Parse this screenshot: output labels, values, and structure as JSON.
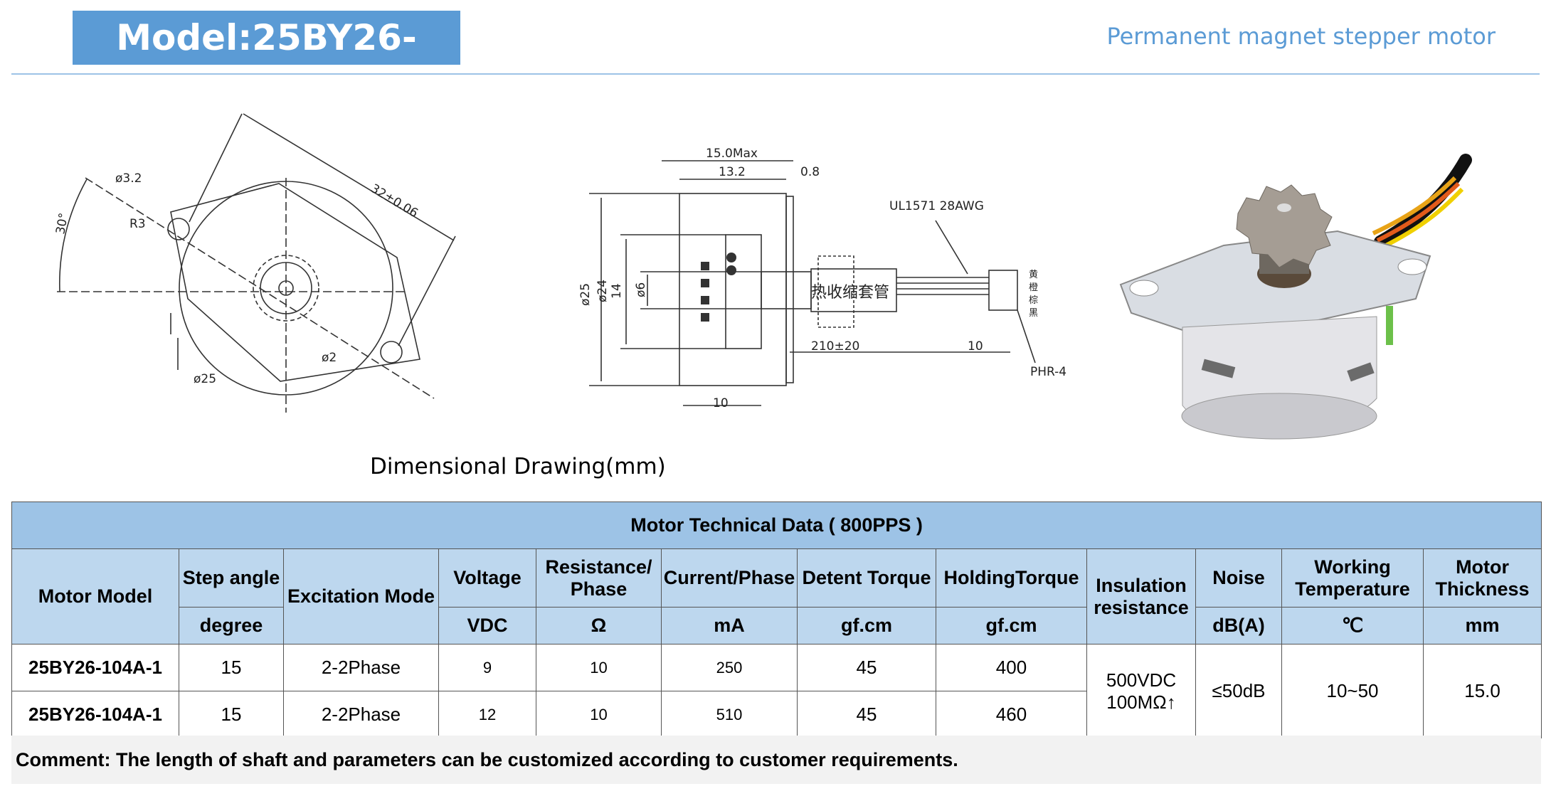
{
  "header": {
    "model_title": "Model:25BY26-104A",
    "subtitle": "Permanent magnet stepper motor"
  },
  "drawing": {
    "caption": "Dimensional Drawing(mm)",
    "front_labels": {
      "hole": "ø3.2",
      "radius": "R3",
      "angle": "30°",
      "span": "32±0.06",
      "shaft": "ø2",
      "body": "ø25"
    },
    "side_labels": {
      "max_len": "15.0Max",
      "body_len": "13.2",
      "flange": "0.8",
      "dia25": "ø25",
      "dia24": "ø24",
      "h14": "14",
      "dia6": "ø6",
      "cable_len": "210±20",
      "strip_len": "10",
      "bottom_len": "10",
      "wire": "UL1571 28AWG",
      "connector": "PHR-4",
      "sleeve": "热收缩套管",
      "wire_colors": [
        "黄",
        "橙",
        "棕",
        "黑"
      ]
    }
  },
  "table": {
    "title": "Motor Technical Data ( 800PPS )",
    "headers": {
      "motor_model": "Motor Model",
      "step_angle": "Step angle",
      "excitation": "Excitation Mode",
      "voltage": "Voltage",
      "resistance": "Resistance/ Phase",
      "current": "Current/Phase",
      "detent": "Detent Torque",
      "holding": "HoldingTorque",
      "insulation": "Insulation resistance",
      "noise": "Noise",
      "temperature": "Working Temperature",
      "thickness": "Motor Thickness"
    },
    "units": {
      "step_angle": "degree",
      "voltage": "VDC",
      "resistance": "Ω",
      "current": "mA",
      "detent": "gf.cm",
      "holding": "gf.cm",
      "noise": "dB(A)",
      "temperature": "℃",
      "thickness": "mm"
    },
    "rows": [
      {
        "model": "25BY26-104A-1",
        "step": "15",
        "excitation": "2-2Phase",
        "voltage": "9",
        "resistance": "10",
        "current": "250",
        "detent": "45",
        "holding": "400"
      },
      {
        "model": "25BY26-104A-1",
        "step": "15",
        "excitation": "2-2Phase",
        "voltage": "12",
        "resistance": "10",
        "current": "510",
        "detent": "45",
        "holding": "460"
      }
    ],
    "shared": {
      "insulation_line1": "500VDC",
      "insulation_line2": "100MΩ↑",
      "noise": "≤50dB",
      "temperature": "10~50",
      "thickness": "15.0"
    }
  },
  "comment": "Comment: The length of shaft and parameters can be customized according to customer requirements.",
  "colors": {
    "accent": "#5b9bd5",
    "header_fill": "#bdd7ee",
    "title_fill": "#9dc3e6"
  }
}
